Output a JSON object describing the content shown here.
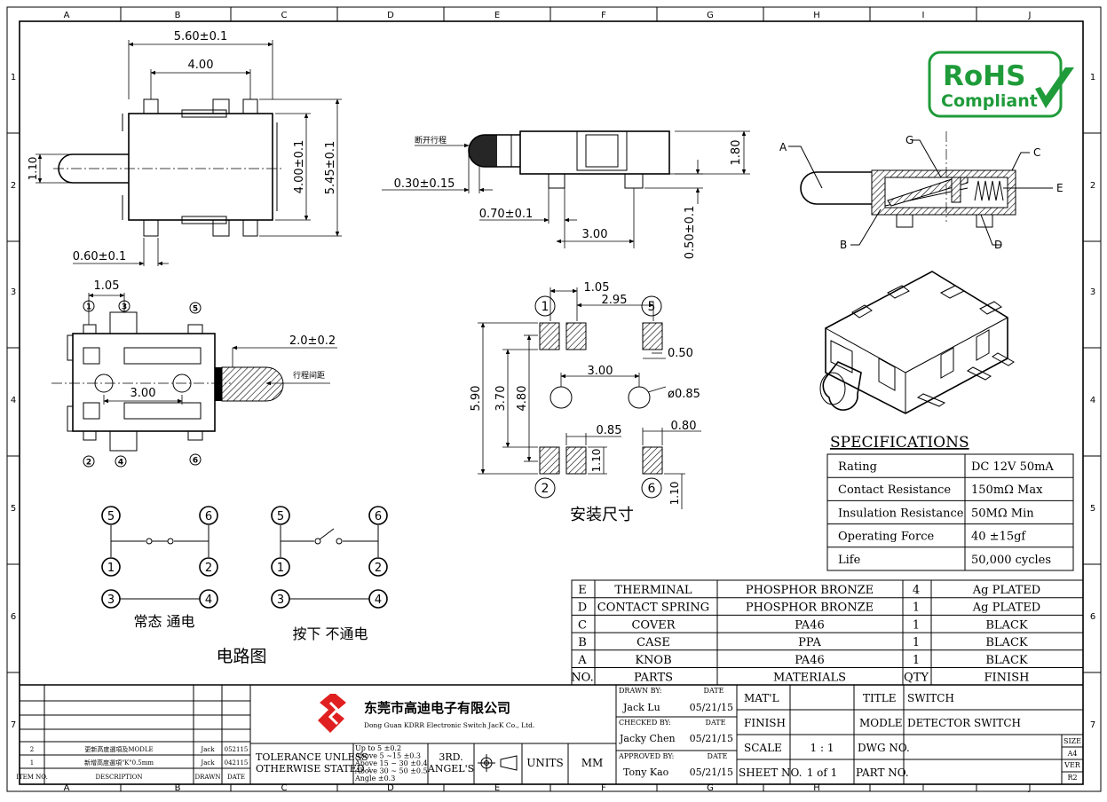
{
  "grid": {
    "cols": [
      "A",
      "B",
      "C",
      "D",
      "E",
      "F",
      "G",
      "H",
      "I",
      "J"
    ],
    "rows": [
      "1",
      "2",
      "3",
      "4",
      "5",
      "6",
      "7"
    ]
  },
  "top_view": {
    "w_overall": "5.60±0.1",
    "w_inner": "4.00",
    "h_body": "4.00±0.1",
    "h_overall": "5.45±0.1",
    "knob_h": "1.10",
    "pin_w": "0.60±0.1"
  },
  "side_view": {
    "note": "断开行程",
    "h": "1.80",
    "gap": "0.30±0.15",
    "pin_w": "0.70±0.1",
    "pitch": "3.00",
    "pin_h": "0.50±0.1"
  },
  "bottom_view": {
    "d1": "1.05",
    "travel": "2.0±0.2",
    "travel_note": "行程间距",
    "pitch": "3.00",
    "pins": [
      "1",
      "3",
      "5",
      "2",
      "4",
      "6"
    ]
  },
  "footprint": {
    "d1": "1.05",
    "d2": "2.95",
    "d3": "0.50",
    "d4": "3.00",
    "hole": "ø0.85",
    "d5": "0.85",
    "d6": "0.80",
    "h1": "5.90",
    "h2": "3.70",
    "h3": "4.80",
    "h4": "1.10",
    "h5": "1.10",
    "pins": [
      "1",
      "5",
      "2",
      "6"
    ],
    "caption": "安装尺寸"
  },
  "circuit": {
    "nodes": [
      "5",
      "6",
      "1",
      "2",
      "3",
      "4"
    ],
    "normal": "常态 通电",
    "pressed": "按下 不通电",
    "title": "电路图"
  },
  "section_labels": [
    "A",
    "G",
    "C",
    "E",
    "B",
    "D"
  ],
  "rohs": {
    "line1": "RoHS",
    "line2": "Compliant"
  },
  "specs": {
    "title": "SPECIFICATIONS",
    "rows": [
      {
        "k": "Rating",
        "v": "DC 12V  50mA"
      },
      {
        "k": "Contact Resistance",
        "v": "150mΩ  Max"
      },
      {
        "k": "Insulation Resistance",
        "v": "50MΩ  Min"
      },
      {
        "k": "Operating Force",
        "v": "40 ±15gf"
      },
      {
        "k": "Life",
        "v": "50,000 cycles"
      }
    ]
  },
  "bom": {
    "rows": [
      {
        "no": "E",
        "part": "THERMINAL",
        "mat": "PHOSPHOR BRONZE",
        "qty": "4",
        "fin": "Ag PLATED"
      },
      {
        "no": "D",
        "part": "CONTACT SPRING",
        "mat": "PHOSPHOR BRONZE",
        "qty": "1",
        "fin": "Ag PLATED"
      },
      {
        "no": "C",
        "part": "COVER",
        "mat": "PA46",
        "qty": "1",
        "fin": "BLACK"
      },
      {
        "no": "B",
        "part": "CASE",
        "mat": "PPA",
        "qty": "1",
        "fin": "BLACK"
      },
      {
        "no": "A",
        "part": "KNOB",
        "mat": "PA46",
        "qty": "1",
        "fin": "BLACK"
      }
    ],
    "header": {
      "no": "NO.",
      "part": "PARTS",
      "mat": "MATERIALS",
      "qty": "QTY",
      "fin": "FINISH"
    }
  },
  "revisions": {
    "rows": [
      {
        "item": "2",
        "desc": "更新高度選項及MODLE",
        "drawn": "Jack",
        "date": "052115"
      },
      {
        "item": "1",
        "desc": "新增高度選項\"K\"0.5mm",
        "drawn": "Jack",
        "date": "042115"
      }
    ],
    "header": {
      "item": "ITEM NO.",
      "desc": "DESCRIPTION",
      "drawn": "DRAWN",
      "date": "DATE"
    }
  },
  "company": {
    "cn": "东莞市高迪电子有限公司",
    "en": "Dong Guan KDRR  Electronic Switch JacK Co., Ltd."
  },
  "tolerance": {
    "label1": "TOLERANCE UNLESS",
    "label2": "OTHERWISE STATED :",
    "lines": [
      "Up to 5       ±0.2",
      "Above 5  ~15  ±0.3",
      "Above 15 ~ 30  ±0.4",
      "Above 30 ~ 50  ±0.5",
      "Angle           ±0.3"
    ],
    "angle1": "3RD.",
    "angle2": "ANGEL'S",
    "units_label": "UNITS",
    "units": "MM"
  },
  "signoff": {
    "drawn_label": "DRAWN BY:",
    "drawn_name": "Jack  Lu",
    "drawn_date": "05/21/15",
    "checked_label": "CHECKED BY:",
    "checked_name": "Jacky Chen",
    "checked_date": "05/21/15",
    "approved_label": "APPROVED BY:",
    "approved_name": "Tony Kao",
    "approved_date": "05/21/15",
    "date_label": "DATE"
  },
  "title_block": {
    "matl": "MAT'L",
    "finish": "FINISH",
    "scale_label": "SCALE",
    "scale": "1 : 1",
    "sheet_label": "SHEET NO.",
    "sheet": "1 of 1",
    "title_label": "TITLE",
    "title": "SWITCH",
    "modle_label": "MODLE",
    "modle": "DETECTOR SWITCH",
    "dwg_label": "DWG NO.",
    "part_label": "PART NO.",
    "size_label": "SIZE",
    "size": "A4",
    "ver_label": "VER",
    "ver": "R2"
  }
}
